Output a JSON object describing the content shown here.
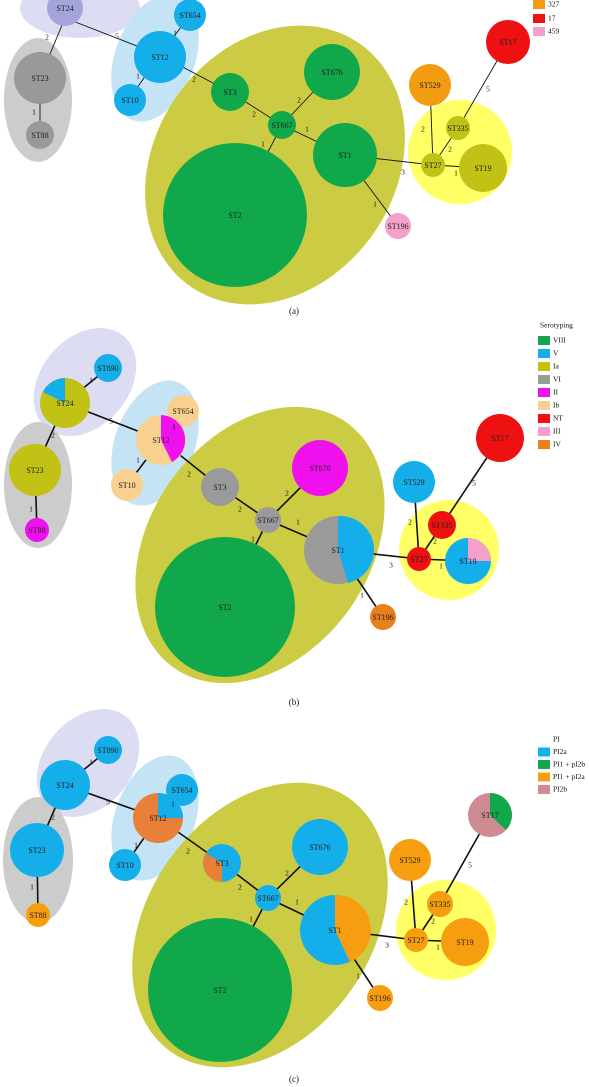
{
  "panels": {
    "a": {
      "caption": "(a)",
      "legend": {
        "title": "",
        "entries": [
          {
            "label": "327",
            "color": "#f39c12"
          },
          {
            "label": "17",
            "color": "#ee1111"
          },
          {
            "label": "459",
            "color": "#f5a0c8"
          }
        ]
      }
    },
    "b": {
      "caption": "(b)",
      "legend": {
        "title": "Serotyping",
        "entries": [
          {
            "label": "VIII",
            "color": "#10a84a"
          },
          {
            "label": "V",
            "color": "#14aeea"
          },
          {
            "label": "Ia",
            "color": "#c2c216"
          },
          {
            "label": "VI",
            "color": "#9a9a9a"
          },
          {
            "label": "II",
            "color": "#ee11ee"
          },
          {
            "label": "Ib",
            "color": "#fad090"
          },
          {
            "label": "NT",
            "color": "#ee1111"
          },
          {
            "label": "III",
            "color": "#f5a0c8"
          },
          {
            "label": "IV",
            "color": "#e8801c"
          }
        ]
      }
    },
    "c": {
      "caption": "(c)",
      "legend": {
        "title": "",
        "entries": [
          {
            "label": "PI",
            "color": "#ffffff"
          },
          {
            "label": "PI2a",
            "color": "#14aeea"
          },
          {
            "label": "PI1 + pI2b",
            "color": "#10a84a"
          },
          {
            "label": "PI1 + pI2a",
            "color": "#f79e10"
          },
          {
            "label": "PI2b",
            "color": "#d08a92"
          }
        ]
      }
    }
  },
  "node_labels": {
    "ST24": "ST24",
    "ST23": "ST23",
    "ST88": "ST88",
    "ST654": "ST654",
    "ST12": "ST12",
    "ST10": "ST10",
    "ST3": "ST3",
    "ST676": "ST676",
    "ST667": "ST667",
    "ST2": "ST2",
    "ST1": "ST1",
    "ST196": "ST196",
    "ST17": "ST17",
    "ST529": "ST529",
    "ST335": "ST335",
    "ST27": "ST27",
    "ST19": "ST19",
    "ST890": "ST890"
  },
  "edge_labels": {
    "e2": "2",
    "e5": "5",
    "e1": "1",
    "e3": "3"
  },
  "colors": {
    "cluster_olive": "#cccc44",
    "cluster_yellow": "#ffff66",
    "cluster_grey": "#cccccc",
    "cluster_lavender": "#dcdcf2",
    "cluster_lightblue": "#c4e4f6"
  }
}
